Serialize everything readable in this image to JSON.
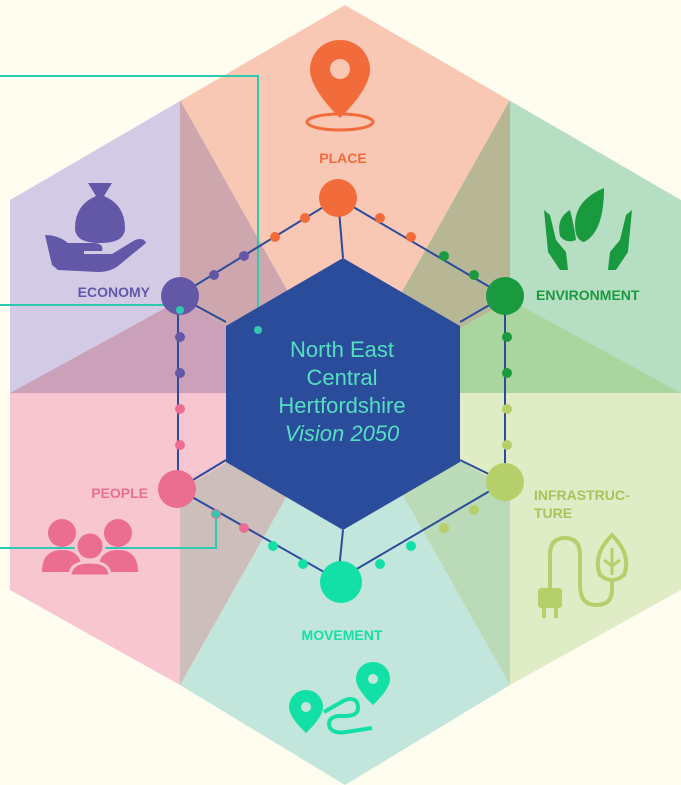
{
  "center": {
    "title_lines": [
      "North East",
      "Central",
      "Hertfordshire"
    ],
    "subtitle": "Vision 2050"
  },
  "themes": {
    "place": {
      "label": "PLACE",
      "color": "#f26b3a",
      "icon": "location-pin-icon"
    },
    "environment": {
      "label": "ENVIRONMENT",
      "color": "#1a9a3e",
      "icon": "leaves-in-hands-icon"
    },
    "infrastructure": {
      "label_line1": "INFRASTRUC-",
      "label_line2": "TURE",
      "color": "#b5cf6b",
      "icon": "plug-leaf-icon"
    },
    "movement": {
      "label": "MOVEMENT",
      "color": "#13e0a6",
      "icon": "route-pins-icon"
    },
    "people": {
      "label": "PEOPLE",
      "color": "#ec6d92",
      "icon": "people-group-icon"
    },
    "economy": {
      "label": "ECONOMY",
      "color": "#6357a8",
      "icon": "money-bag-hand-icon"
    }
  },
  "colors": {
    "center_hex": "#2b4b9b",
    "connector_line": "#2ec9ae",
    "hex_edge": "#2b4b9b"
  }
}
